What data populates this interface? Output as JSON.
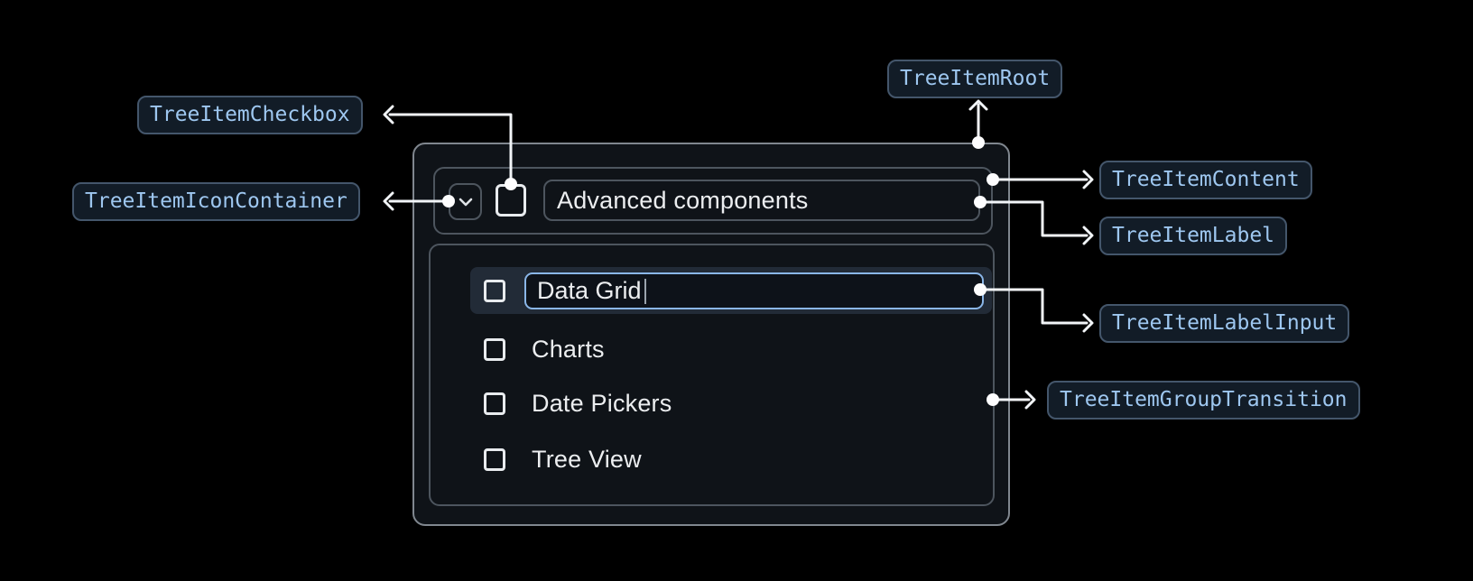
{
  "badges": {
    "root": "TreeItemRoot",
    "checkbox": "TreeItemCheckbox",
    "icon_container": "TreeItemIconContainer",
    "content": "TreeItemContent",
    "label": "TreeItemLabel",
    "label_input": "TreeItemLabelInput",
    "group_transition": "TreeItemGroupTransition"
  },
  "tree": {
    "parent": {
      "label": "Advanced components",
      "checked": false,
      "expanded": true
    },
    "editing_item": {
      "value": "Data Grid",
      "checked": false
    },
    "children": [
      {
        "label": "Charts",
        "checked": false
      },
      {
        "label": "Date Pickers",
        "checked": false
      },
      {
        "label": "Tree View",
        "checked": false
      }
    ]
  },
  "icons": {
    "expand_icon": "chevron-down-icon",
    "checkbox_icon": "checkbox-unchecked-icon"
  },
  "colors": {
    "page_background": "#000000",
    "panel_background": "#0f1318",
    "panel_border": "#80878f",
    "inner_border": "#4d555e",
    "selected_row_background": "#222b37",
    "input_focus_border": "#8ab6e8",
    "text": "#eceef0",
    "badge_text": "#9ec7f0",
    "badge_border": "#44566b",
    "badge_background": "#121c27",
    "connector": "#f2f5f8"
  }
}
